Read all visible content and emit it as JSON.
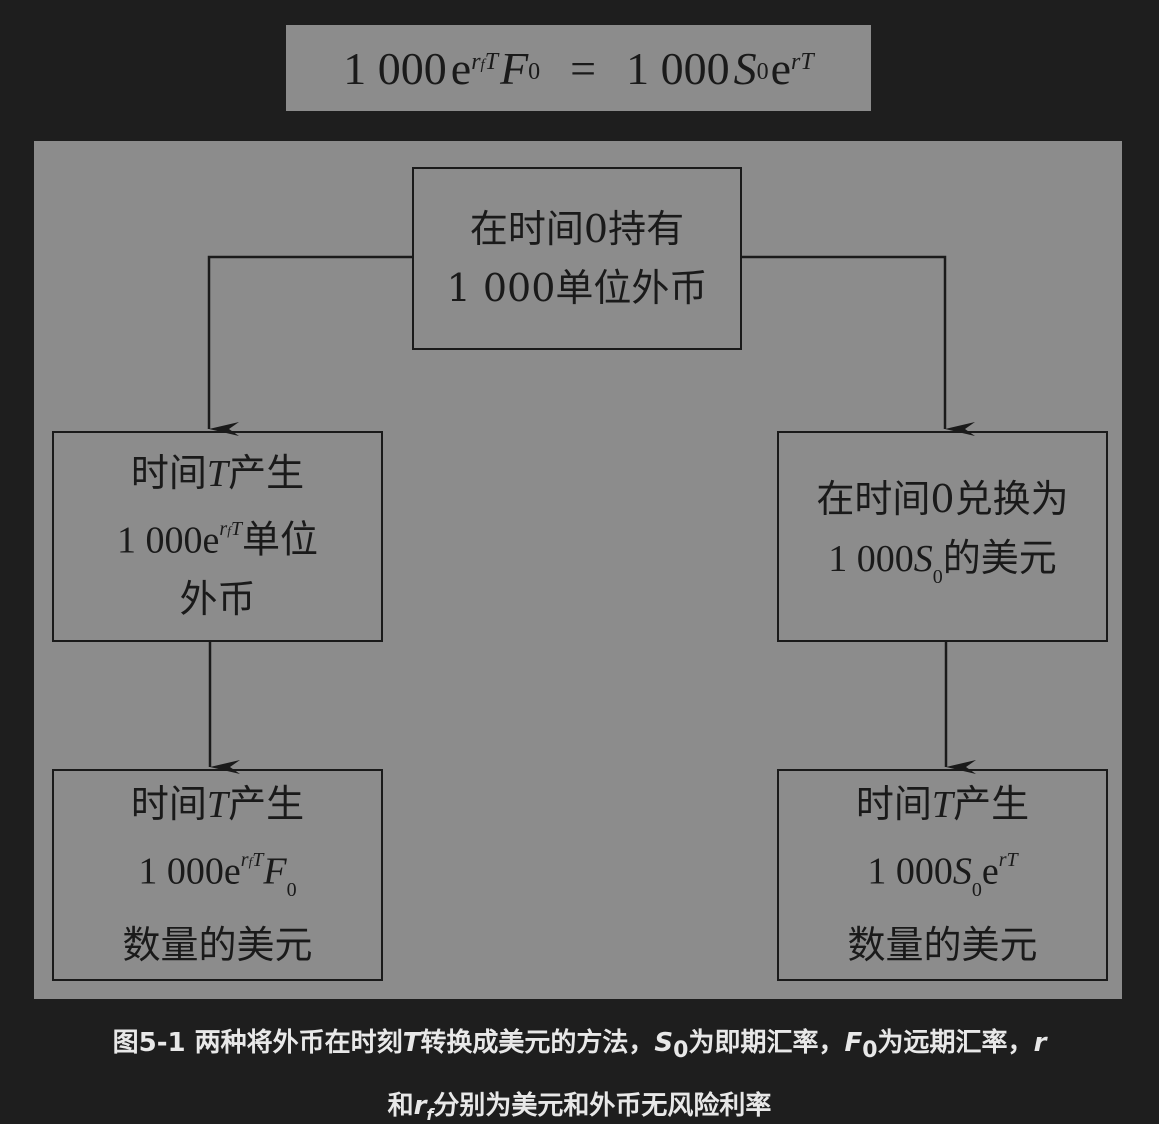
{
  "formula": {
    "lhs_coef": "1 000",
    "lhs_base": "e",
    "lhs_exp": "r",
    "lhs_exp_sub": "f",
    "lhs_exp_T": "T",
    "lhs_var": "F",
    "lhs_var_sub": "0",
    "equals": "=",
    "rhs_coef": "1 000",
    "rhs_var": "S",
    "rhs_var_sub": "0",
    "rhs_base": "e",
    "rhs_exp": "rT"
  },
  "nodes": {
    "top": {
      "line1": "在时间0持有",
      "line2": "1 000单位外币"
    },
    "left_mid": {
      "line1_pre": "时间",
      "line1_T": "T",
      "line1_post": "产生",
      "line2_coef": "1 000",
      "line2_base": "e",
      "line2_exp": "r",
      "line2_exp_sub": "f",
      "line2_exp_T": "T",
      "line2_post": "单位",
      "line3": "外币"
    },
    "right_mid": {
      "line1": "在时间0兑换为",
      "line2_coef": "1 000",
      "line2_var": "S",
      "line2_var_sub": "0",
      "line2_post": "的美元"
    },
    "left_bottom": {
      "line1_pre": "时间",
      "line1_T": "T",
      "line1_post": "产生",
      "line2_coef": "1 000",
      "line2_base": "e",
      "line2_exp": "r",
      "line2_exp_sub": "f",
      "line2_exp_T": "T",
      "line2_var": "F",
      "line2_var_sub": "0",
      "line3": "数量的美元"
    },
    "right_bottom": {
      "line1_pre": "时间",
      "line1_T": "T",
      "line1_post": "产生",
      "line2_coef": "1 000",
      "line2_var": "S",
      "line2_var_sub": "0",
      "line2_base": "e",
      "line2_exp": "rT",
      "line3": "数量的美元"
    }
  },
  "caption": {
    "p1": "图5-1 两种将外币在时刻",
    "t": "T",
    "p2": "转换成美元的方法，",
    "s": "S",
    "s_sub": "0",
    "p3": "为即期汇率，",
    "f": "F",
    "f_sub": "0",
    "p4": "为远期汇率，",
    "r": "r",
    "line2_p1": "和",
    "rf": "r",
    "rf_sub": "f",
    "line2_p2": "分别为美元和外币无风险利率"
  }
}
